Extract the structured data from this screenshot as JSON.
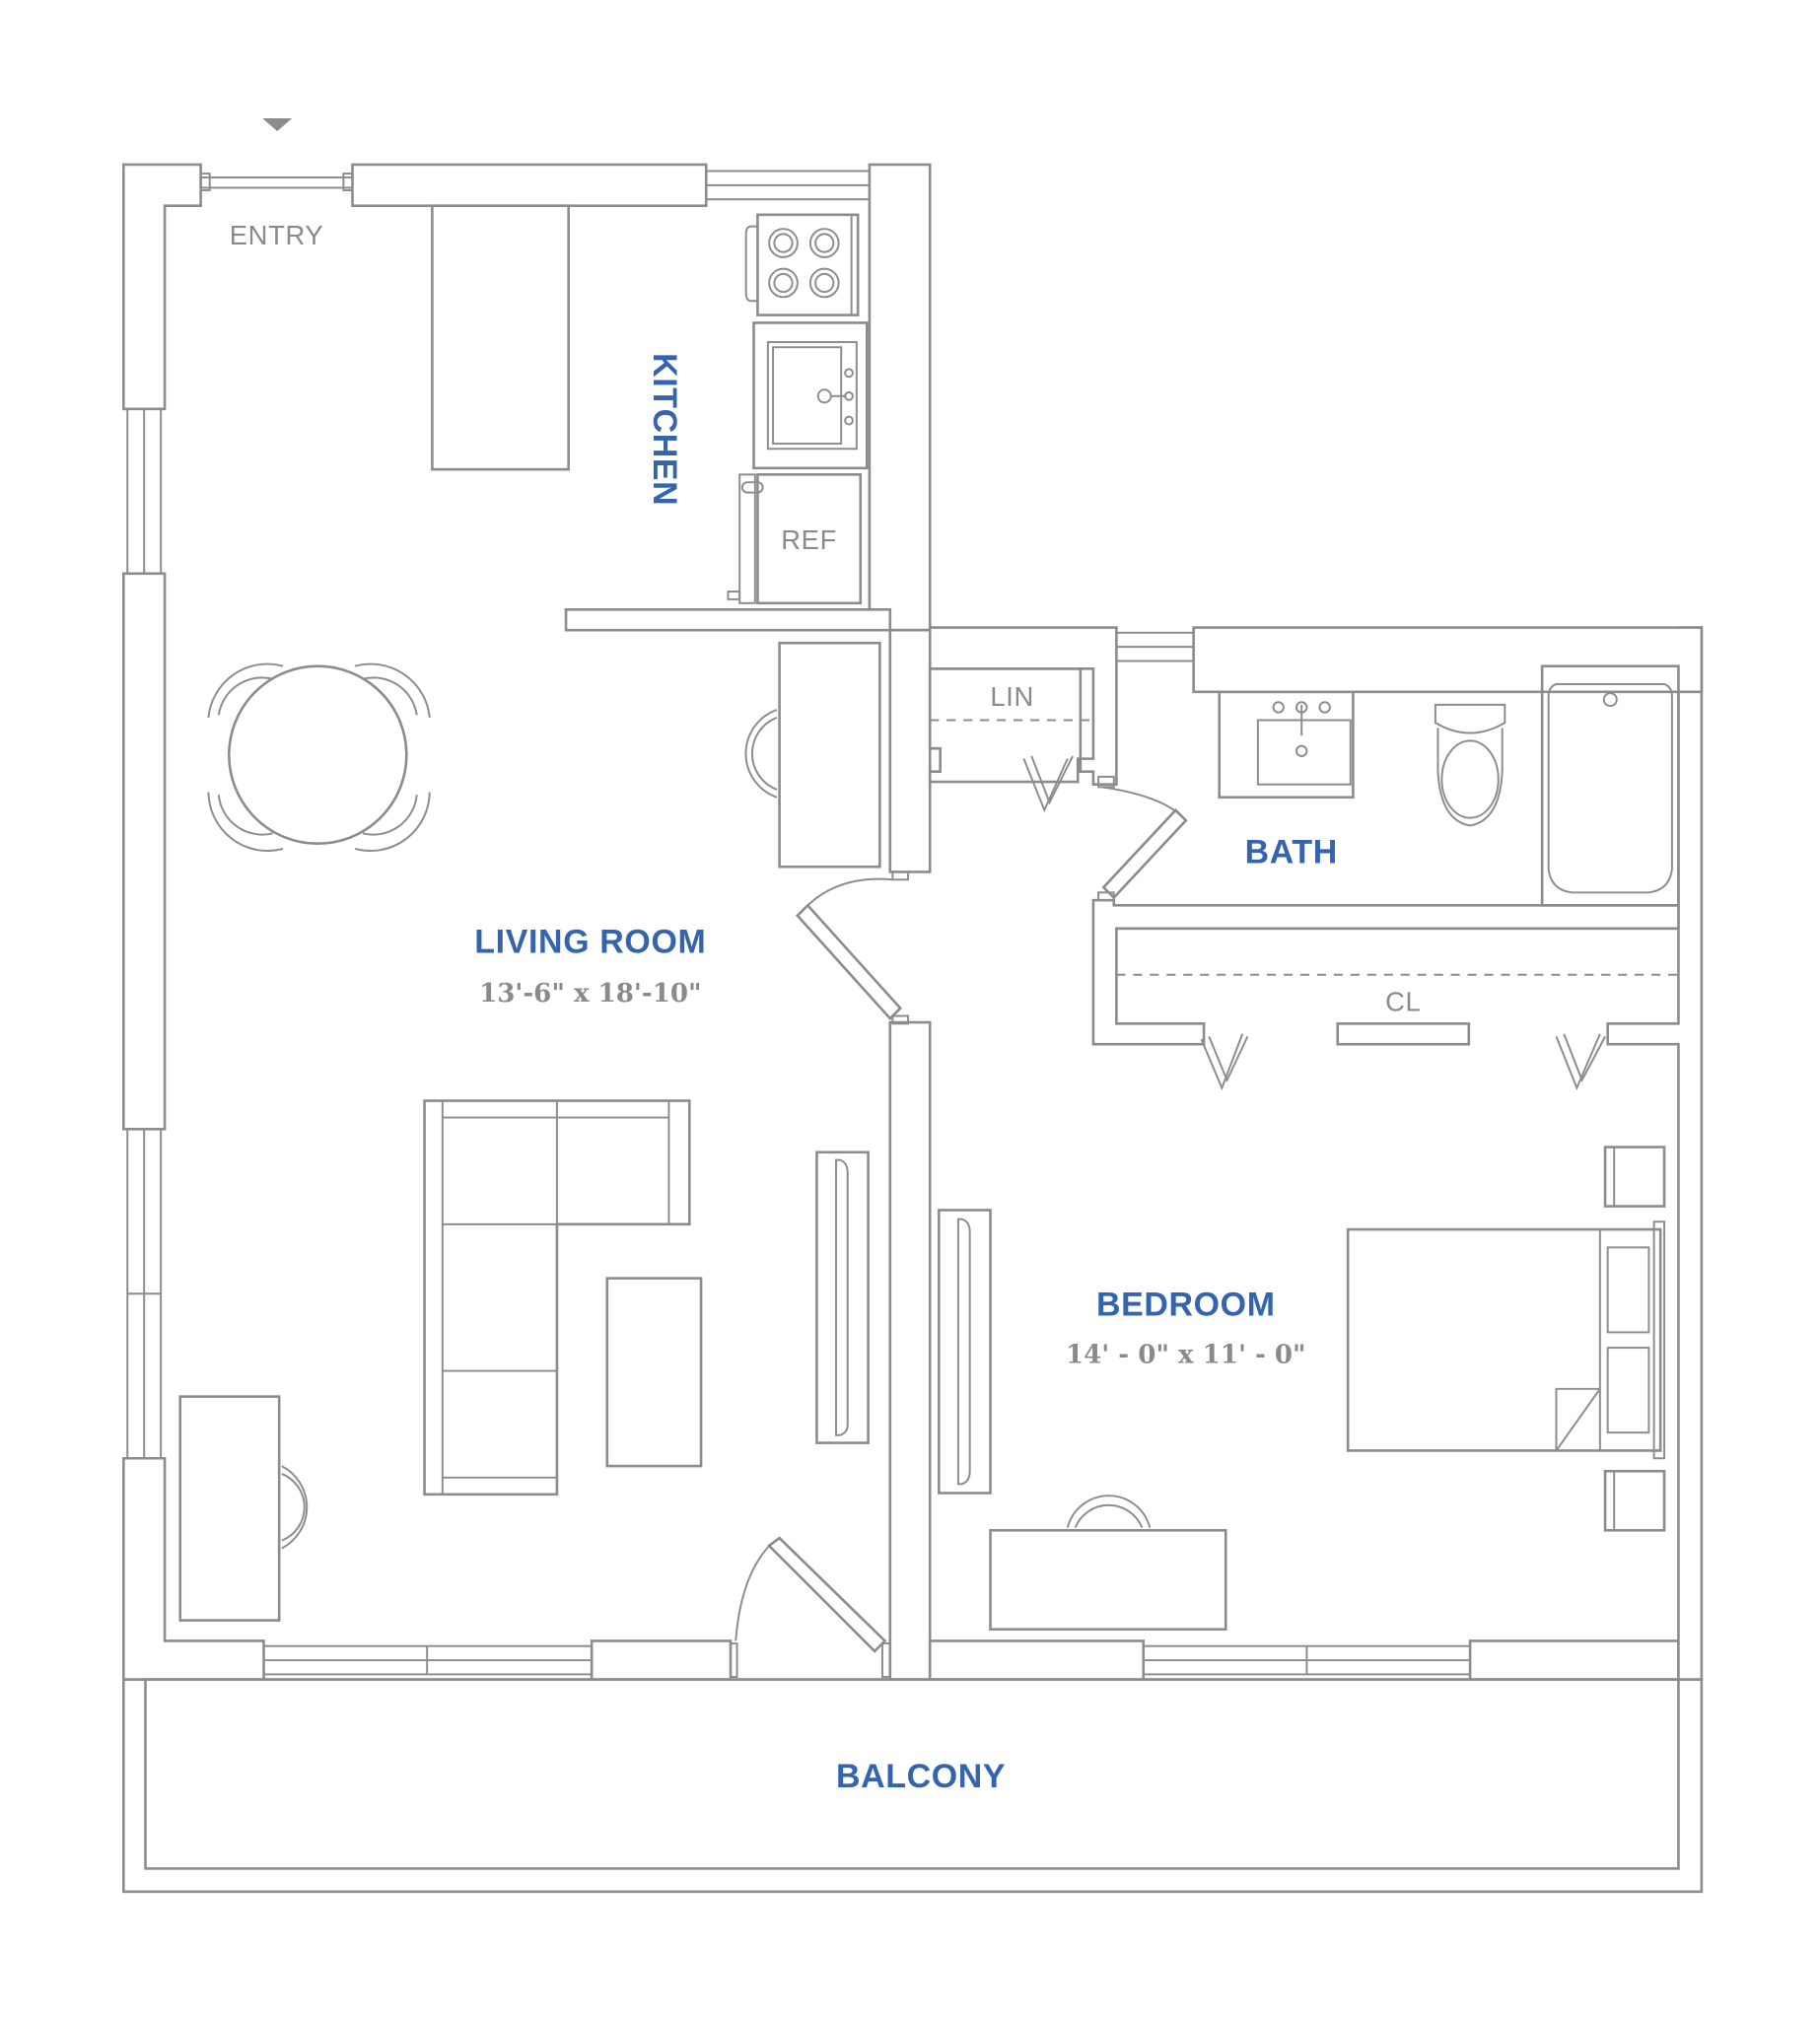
{
  "plan": {
    "entry_marker": "entry-arrow",
    "colors": {
      "room_label": "#3464ad",
      "line": "#8c8c8c",
      "secondary_text": "#8a8a8a",
      "background": "#ffffff"
    },
    "rooms": {
      "entry": {
        "label": "ENTRY"
      },
      "kitchen": {
        "label": "KITCHEN"
      },
      "living_room": {
        "label": "LIVING ROOM",
        "dimensions": "13'-6\" x 18'-10\""
      },
      "bath": {
        "label": "BATH"
      },
      "bedroom": {
        "label": "BEDROOM",
        "dimensions": "14' - 0\" x 11' - 0\""
      },
      "balcony": {
        "label": "BALCONY"
      }
    },
    "fixtures": {
      "refrigerator": "REF",
      "linen_closet": "LIN",
      "closet": "CL"
    }
  }
}
